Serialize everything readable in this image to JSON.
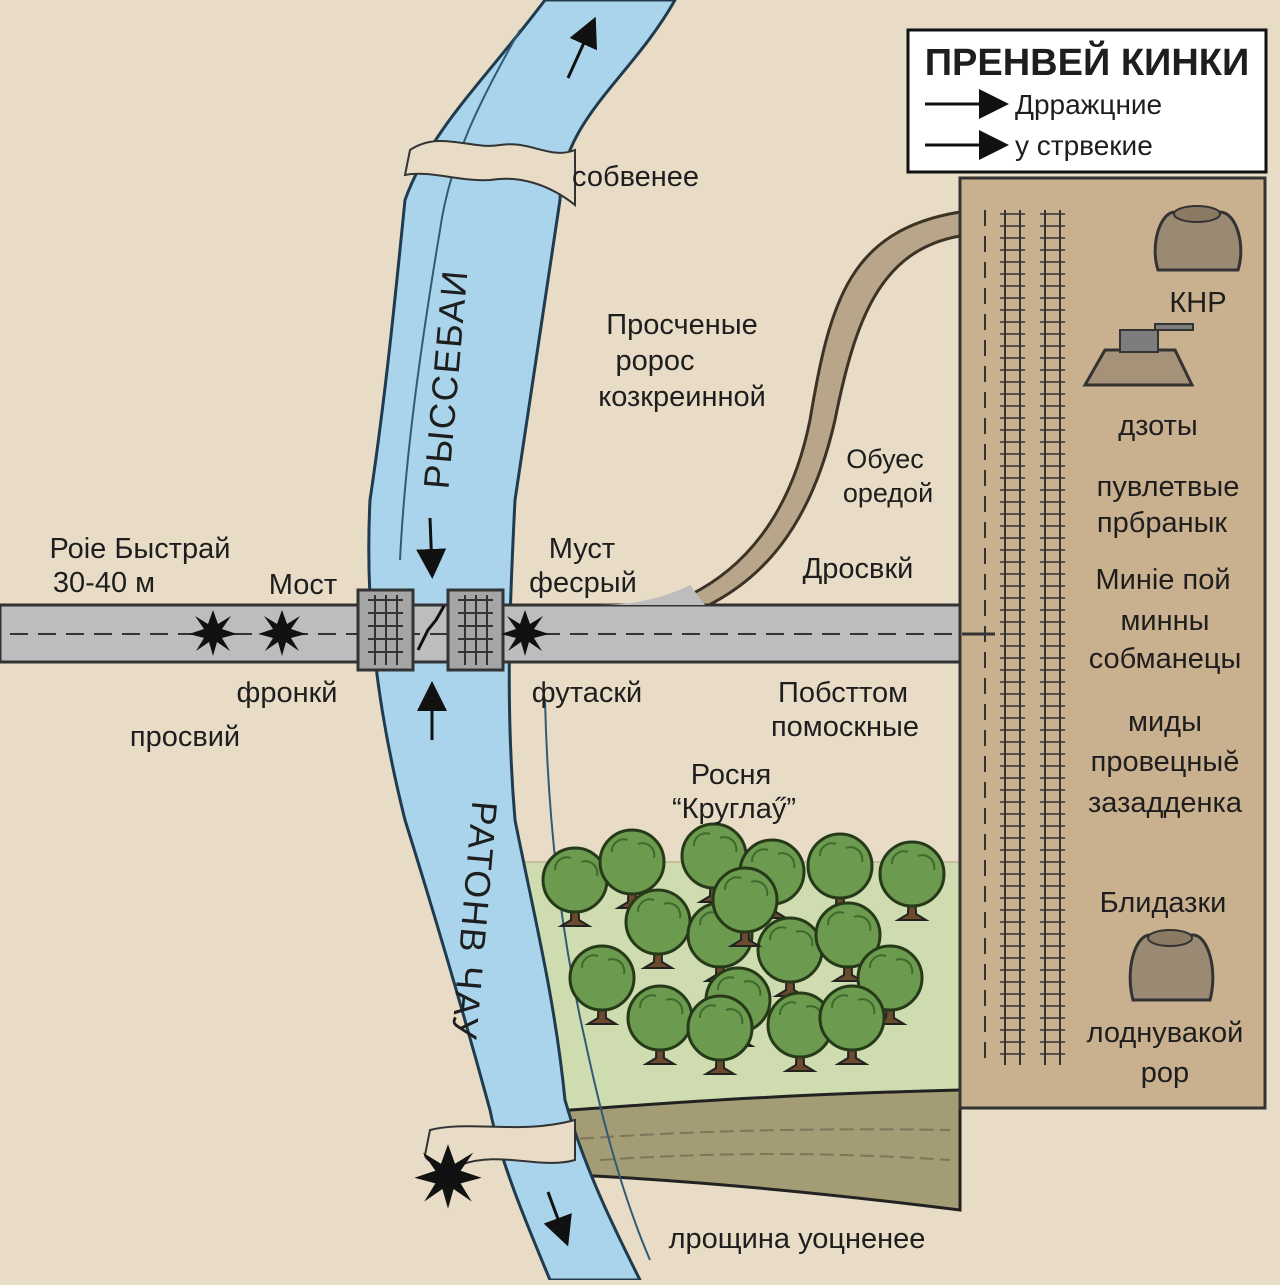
{
  "legend": {
    "title": "ПРЕНВЕЙ КИНКИ",
    "items": [
      {
        "icon": "arrow-right-icon",
        "label": "Дрражцние"
      },
      {
        "icon": "arrow-right-icon",
        "label": "у стрвекие"
      }
    ]
  },
  "river": {
    "name_north": "РЫССЕБАИ",
    "name_south": "РАТОНВ ЧАУ"
  },
  "labels": {
    "sobvenee": "собвенее",
    "proscheny_1": "Просченые",
    "proscheny_2": "ророс",
    "proscheny_3": "козкреинной",
    "obues_1": "Обуес",
    "obues_2": "оредой",
    "droskvy": "Дросвкй",
    "must_1": "Муст",
    "must_2": "фесрый",
    "poie_1": "Роіе Быстрай",
    "poie_2": "30-40 м",
    "most": "Мост",
    "fronky": "фронкй",
    "prosvy": "просвий",
    "futasky": "футаскй",
    "pobsttom_1": "Побсттом",
    "pobsttom_2": "помоскные",
    "grove_1": "Росня",
    "grove_2": "“Круглаӳ”",
    "lroshchina": "лрощина уоцненее"
  },
  "right_panel": {
    "knr": "КНР",
    "dzoty": "дзоты",
    "pub_1": "пувлетвые",
    "pub_2": "прбранык",
    "mines_1": "Миніе пой",
    "mines_2": "минны",
    "mines_3": "собманецы",
    "midy_1": "миды",
    "midy_2": "провецныӗ",
    "midy_3": "зазадденка",
    "blidazki": "Блидазки",
    "lodnu_1": "лоднувакой",
    "lodnu_2": "рор"
  },
  "colors": {
    "ground": "#e8dcc6",
    "water": "#a9d4ec",
    "road": "#bdbdbd",
    "forest_ground": "#cfdcb0",
    "tree": "#6c9a4e",
    "panel": "#c9b08f",
    "path": "#b9a58a",
    "ravine": "#a39c75"
  }
}
